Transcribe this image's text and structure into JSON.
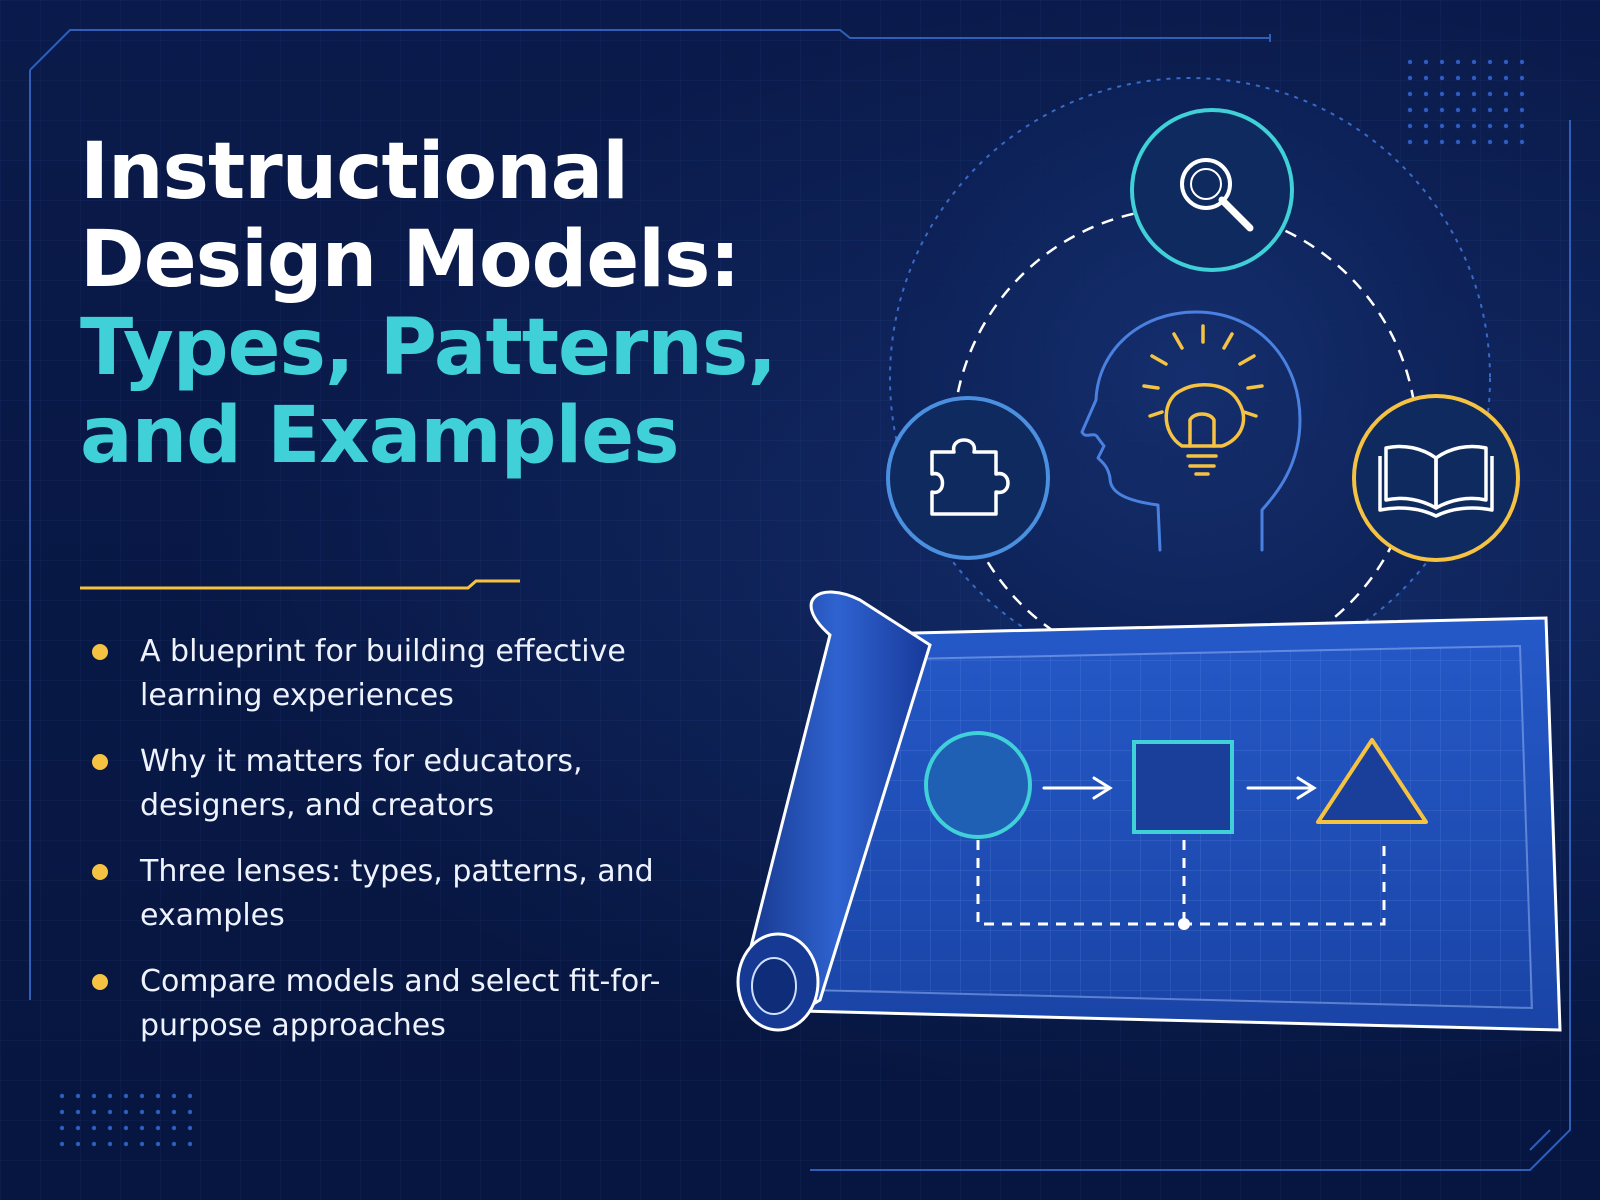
{
  "title": {
    "line1": "Instructional",
    "line2": "Design Models:",
    "line3": "Types, Patterns,",
    "line4": "and Examples"
  },
  "bullets": [
    "A blueprint for building effective learning experiences",
    "Why it matters for educators, designers, and creators",
    "Three lenses: types, patterns, and examples",
    "Compare models and select fit-for-purpose approaches"
  ],
  "colors": {
    "background": "#071640",
    "title_white": "#ffffff",
    "title_accent": "#3fd0d8",
    "bullet_dot": "#f5c242",
    "teal": "#3fd0d8",
    "blue": "#4a8fe0",
    "gold": "#f5c242",
    "blueprint": "#1c4fb8"
  },
  "icons": {
    "top": "magnifier-icon",
    "left": "puzzle-icon",
    "right": "open-book-icon",
    "center": "head-lightbulb-icon"
  }
}
